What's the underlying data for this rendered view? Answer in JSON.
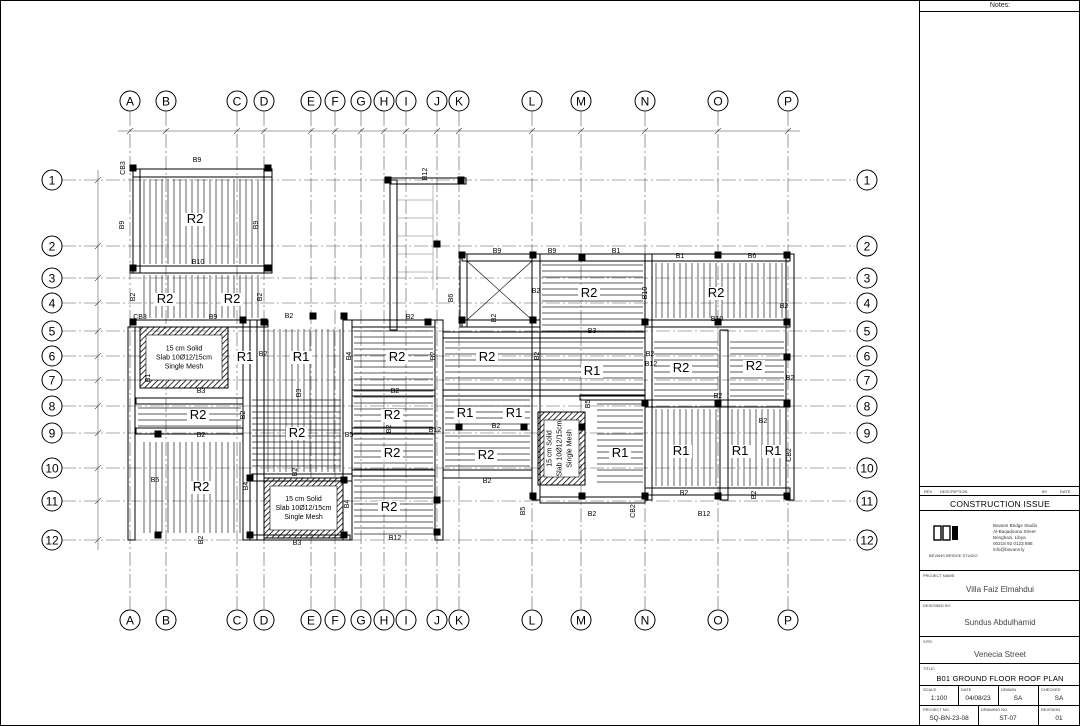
{
  "sheet": {
    "notes_label": "Notes:",
    "issue_header": {
      "rev": "REV",
      "description": "DESCRIPTION",
      "by": "BY",
      "date": "DATE"
    },
    "issue_status": "CONSTRUCTION ISSUE",
    "company": {
      "name": "BEVANS BRIDGE STUDIO",
      "address_lines": [
        "Bevans Bridge Studio",
        "Al-Baqadouna Street",
        "Benghazi, Libya",
        "00218 92 0123 888",
        "info@bevans.ly"
      ]
    },
    "project_name_label": "PROJECT NAME:",
    "project_name": "Villa Faiz Elmahdui",
    "designed_by_label": "DESIGNED BY:",
    "designed_by": "Sundus Abdulhamid",
    "site_label": "SITE:",
    "site": "Venecia Street",
    "title_label": "TITLE:",
    "title": "B01 GROUND FLOOR ROOF PLAN",
    "fields": [
      {
        "label": "SCALE",
        "value": "1:100"
      },
      {
        "label": "DATE",
        "value": "04/08/23"
      },
      {
        "label": "DRAWN",
        "value": "SA"
      },
      {
        "label": "CHECKED",
        "value": "SA"
      }
    ],
    "fields2": [
      {
        "label": "PROJECT NO.",
        "value": "SQ-BN-23-08"
      },
      {
        "label": "DRAWING NO.",
        "value": "ST-07"
      },
      {
        "label": "REVISION",
        "value": "01"
      }
    ]
  },
  "plan": {
    "column_grid": [
      "A",
      "B",
      "C",
      "D",
      "E",
      "F",
      "G",
      "H",
      "I",
      "J",
      "K",
      "L",
      "M",
      "N",
      "O",
      "P"
    ],
    "row_grid": [
      "1",
      "2",
      "3",
      "4",
      "5",
      "6",
      "7",
      "8",
      "9",
      "10",
      "11",
      "12"
    ],
    "beams": [
      "B9",
      "B9",
      "B9",
      "CB3",
      "B10",
      "B2",
      "B2",
      "CB3",
      "B9",
      "B2",
      "B2",
      "B12",
      "B9",
      "B9",
      "B1",
      "B1",
      "B6",
      "B6",
      "B2",
      "B2",
      "B10",
      "B10",
      "B2",
      "B3",
      "B3",
      "B4",
      "B2",
      "B2",
      "B2",
      "B2",
      "B2",
      "B3",
      "B1",
      "B2",
      "B12",
      "B5",
      "B5",
      "B2",
      "B4",
      "B5",
      "B2",
      "B4",
      "B2",
      "B12",
      "B5",
      "CB2",
      "CB2",
      "B2",
      "B2",
      "B2",
      "B12",
      "B3",
      "B2",
      "B2",
      "B2",
      "B2",
      "B2",
      "B2",
      "B12"
    ],
    "slab_labels": [
      "R2",
      "R2",
      "R2",
      "R1",
      "R1",
      "R2",
      "R2",
      "R1",
      "R2",
      "R2",
      "R2",
      "R2",
      "R2",
      "R2",
      "R1",
      "R1",
      "R2",
      "R2",
      "R2",
      "R1",
      "R1",
      "R1",
      "R1",
      "R2",
      "R2",
      "R1",
      "R1",
      "R2",
      "R2"
    ],
    "solid_slab_notes": [
      [
        "15 cm Solid",
        "Slab 10Ø12/15cm",
        "Single Mesh"
      ],
      [
        "15 cm Solid",
        "Slab 10Ø12/15cm",
        "Single Mesh"
      ],
      [
        "15 cm Solid",
        "Slab 10Ø12/15cm",
        "Single Mesh"
      ]
    ]
  }
}
